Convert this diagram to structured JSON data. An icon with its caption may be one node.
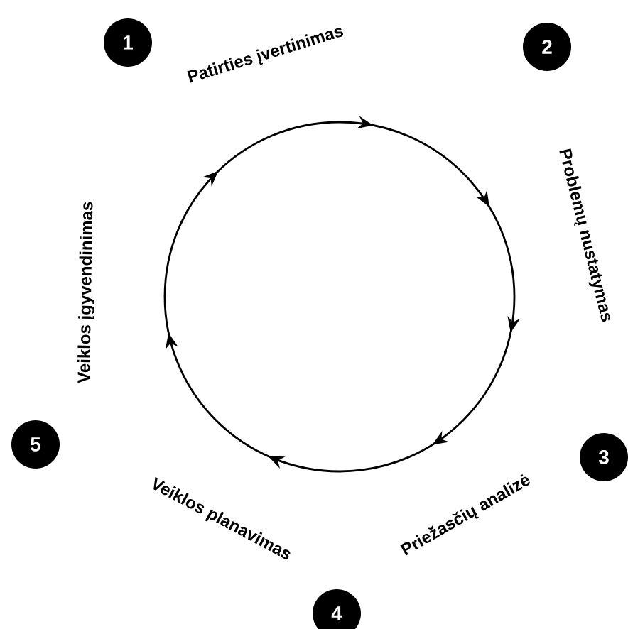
{
  "diagram": {
    "nodes": [
      {
        "text": [
          "1"
        ]
      },
      {
        "text": [
          "2"
        ]
      },
      {
        "text": [
          "3"
        ]
      },
      {
        "text": [
          "4"
        ]
      },
      {
        "text": [
          "5"
        ]
      }
    ],
    "labels": [
      "Patirties įvertinimas",
      "Problemų nustatymas",
      "Priežasčių analizė",
      "Veiklos planavimas",
      "Veiklos įgyvendinimas"
    ]
  }
}
